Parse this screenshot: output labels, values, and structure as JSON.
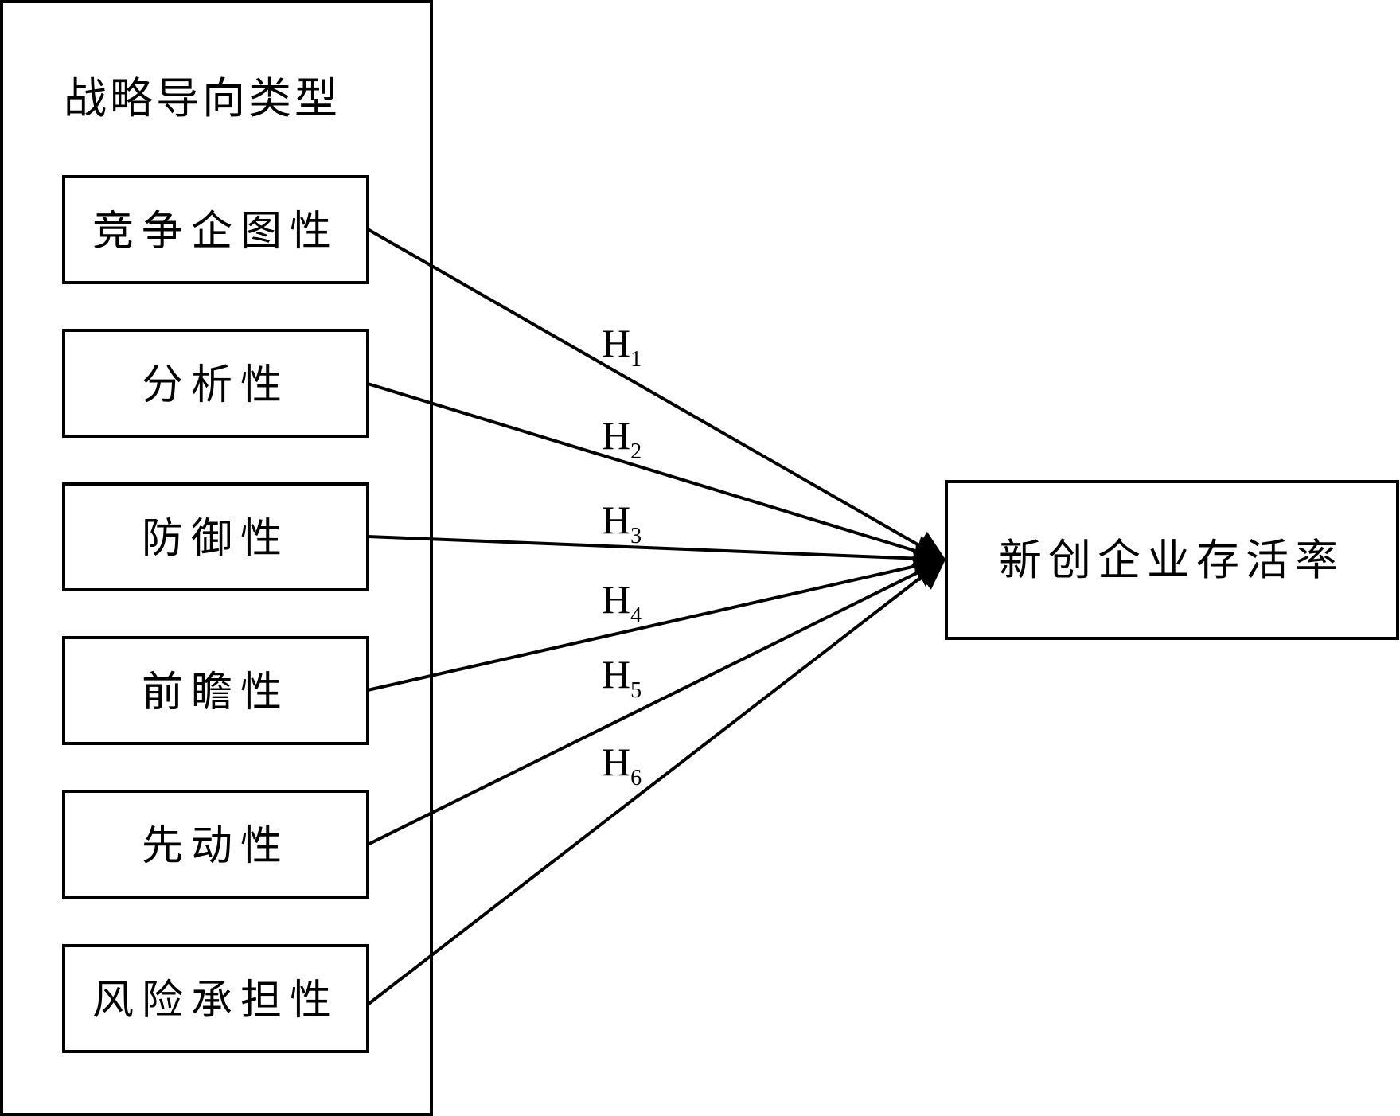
{
  "group_title": "战略导向类型",
  "dimensions": [
    {
      "label": "竞争企图性",
      "hypothesis": "H",
      "sub": "1"
    },
    {
      "label": "分析性",
      "hypothesis": "H",
      "sub": "2"
    },
    {
      "label": "防御性",
      "hypothesis": "H",
      "sub": "3"
    },
    {
      "label": "前瞻性",
      "hypothesis": "H",
      "sub": "4"
    },
    {
      "label": "先动性",
      "hypothesis": "H",
      "sub": "5"
    },
    {
      "label": "风险承担性",
      "hypothesis": "H",
      "sub": "6"
    }
  ],
  "outcome": "新创企业存活率"
}
